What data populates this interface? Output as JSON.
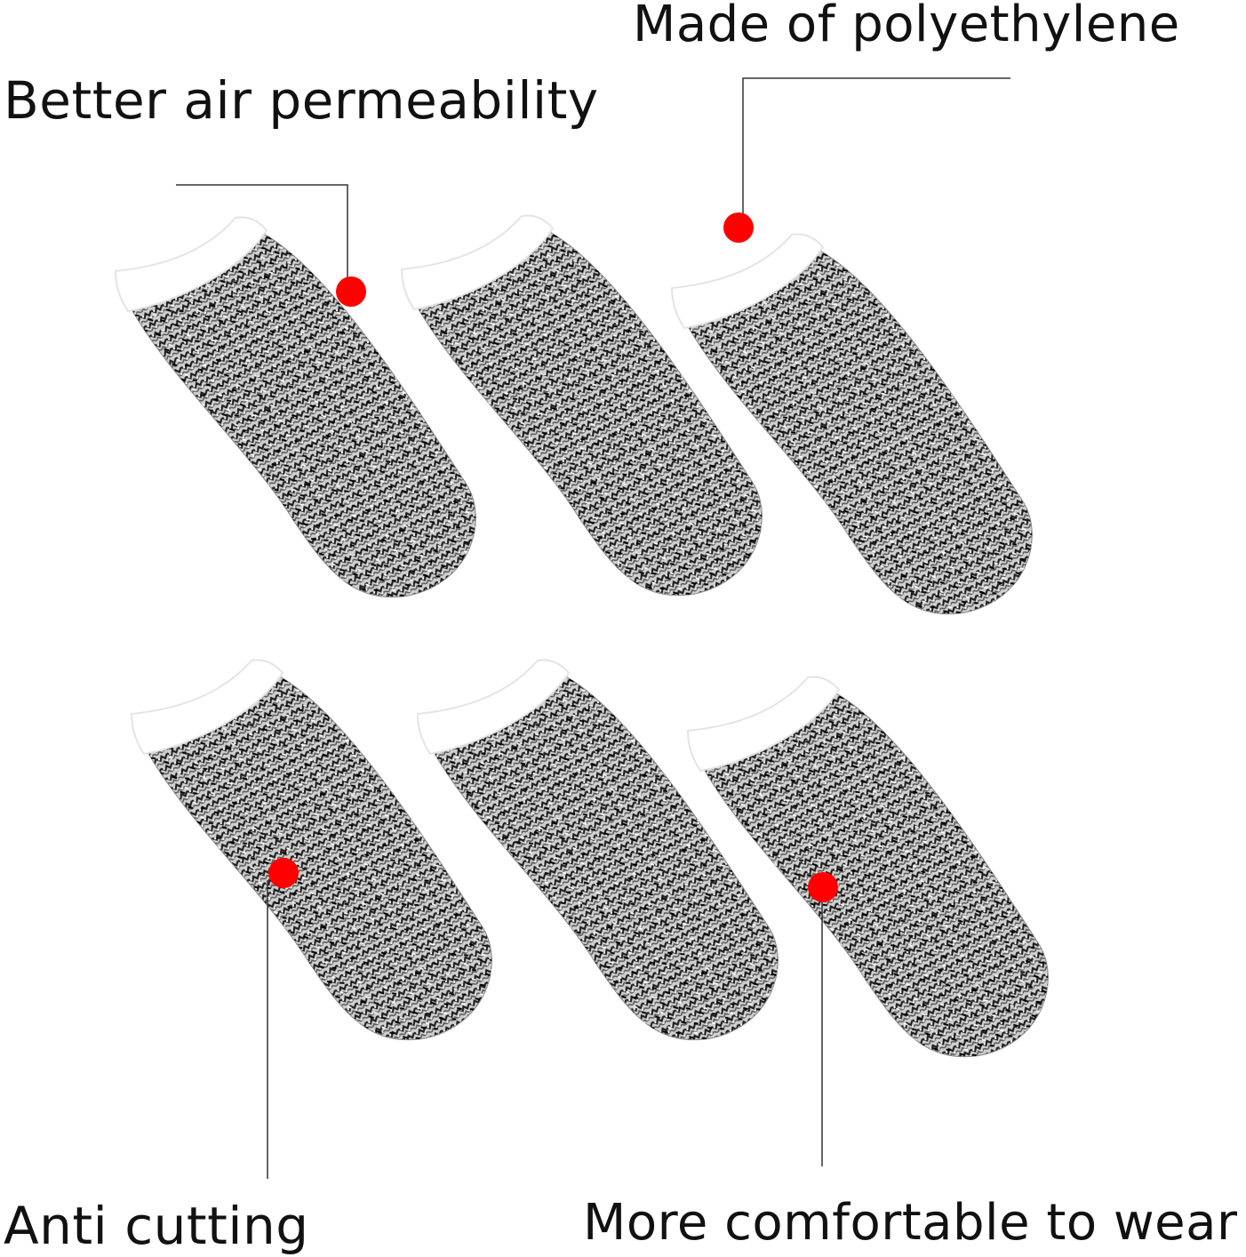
{
  "callouts": {
    "air_permeability": "Better air permeability",
    "material": "Made of polyethylene",
    "anti_cutting": "Anti cutting",
    "comfort": "More comfortable to wear"
  },
  "product": {
    "item_icon": "finger-cot-icon",
    "count": 6
  },
  "colors": {
    "background": "#ffffff",
    "marker": "#ff0000",
    "knit_dark": "#2b2b2b",
    "knit_light": "#d9d9d9",
    "cuff": "#ffffff",
    "leader_line": "#333333"
  }
}
